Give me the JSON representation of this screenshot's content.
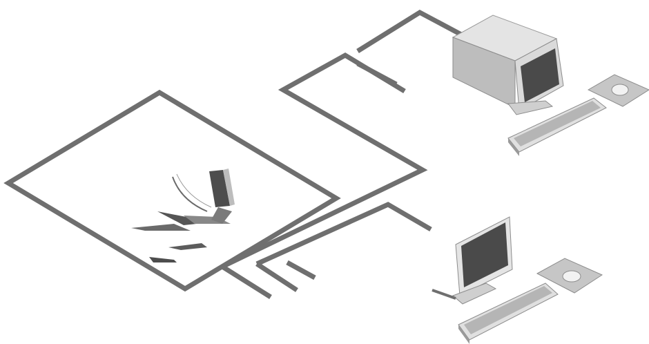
{
  "diagram": {
    "style": "isometric line illustration",
    "colors": {
      "cable": "#6f6f6f",
      "device_light": "#e4e4e4",
      "device_mid": "#bdbdbd",
      "device_dark": "#8c8c8c",
      "screen": "#4a4a4a",
      "background": "#ffffff"
    },
    "components": [
      {
        "name": "floor-plan-board",
        "icon": "flat-panel-with-broken-shards"
      },
      {
        "name": "workstation-large",
        "icon": "crt-monitor-with-keyboard-and-mouse"
      },
      {
        "name": "workstation-small",
        "icon": "flat-monitor-with-keyboard-and-mouse"
      }
    ],
    "connections": [
      {
        "from": "floor-plan-board",
        "to": "workstation-large"
      },
      {
        "from": "floor-plan-board",
        "to": "workstation-small"
      }
    ]
  }
}
